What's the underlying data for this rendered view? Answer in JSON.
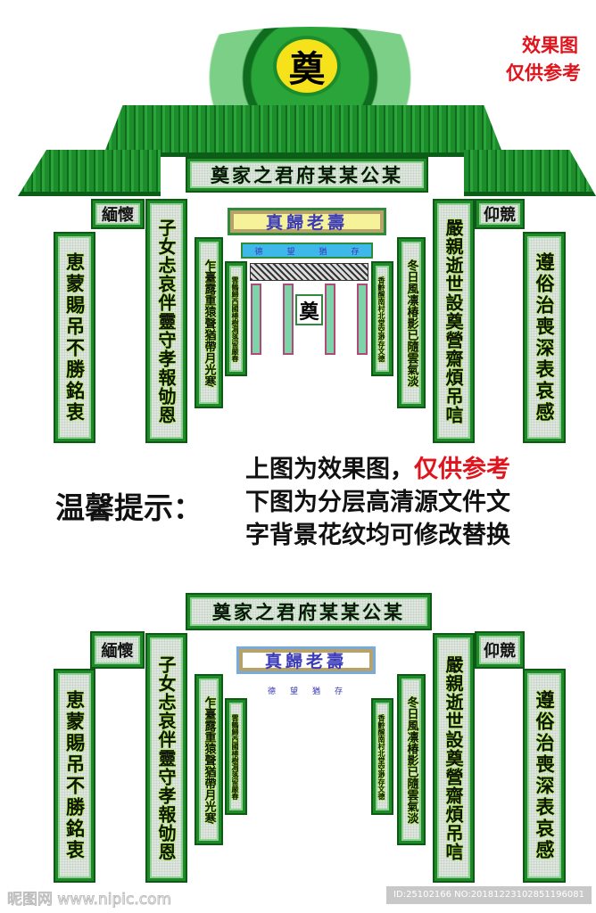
{
  "top_notice": {
    "line1": "效果图",
    "line2": "仅供参考"
  },
  "emblem": "奠",
  "main_plaque": "奠家之君府某某公某",
  "small_plaques": {
    "left": "緬懷",
    "right": "仰競"
  },
  "couplets": {
    "outer_left": "恵蒙賜吊不勝銘衷",
    "inner_left": "子女忐哀伴靈守孝報劬恩",
    "inner_right": "嚴親逝世設奠營齋煩吊唁",
    "outer_right": "遵俗治喪深表哀感",
    "mid_left": "乍臺露重猿聲猶帶月光寒",
    "mid_right": "冬日風凛椿影已隨雲氣淡",
    "tiny_left": "雲鶴歸西國椿樹凋落留嚴春",
    "tiny_right": "香齡醒南村北堂空渺存文德"
  },
  "banner": "真歸老壽",
  "sub_banner": [
    "德",
    "望",
    "猶",
    "存"
  ],
  "hint": {
    "label": "温馨提示：",
    "line1_black": "上图为效果图，",
    "line1_red": "仅供参考",
    "line2": "下图为分层高清源文件文",
    "line3": "字背景花纹均可修改替换"
  },
  "watermark": {
    "site": "昵图网 www.nipic.com",
    "id": "ID:25102166 NO:20181223102851196081"
  },
  "colors": {
    "green": "#1f8a2a",
    "red": "#e0141c",
    "blue": "#3a3ab8"
  }
}
